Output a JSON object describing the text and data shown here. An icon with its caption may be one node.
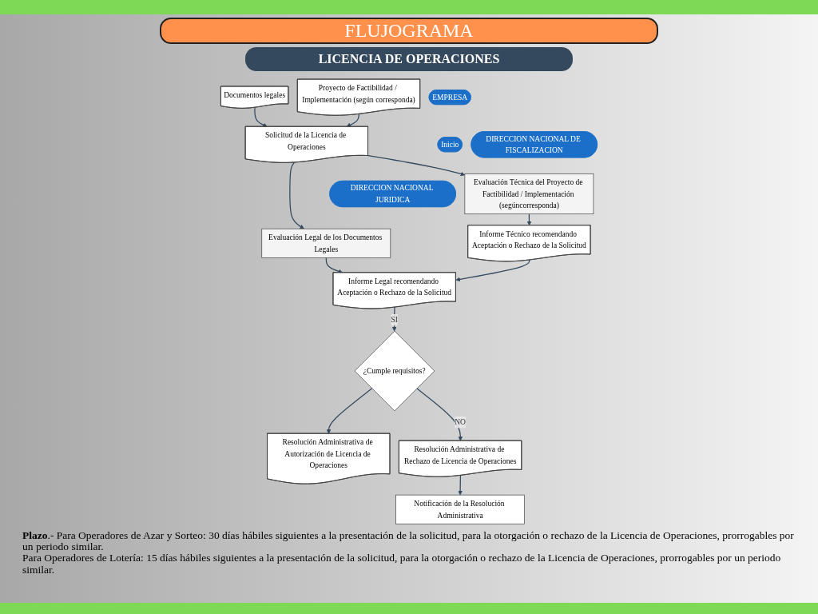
{
  "diagram": {
    "title": "FLUJOGRAMA",
    "nodes": [
      {
        "text": [
          "EMPRESA"
        ]
      },
      {
        "text": [
          "DIRECCION NACIONAL JURIDICA"
        ]
      },
      {
        "text": [
          "DIRECCION NACIONAL DE FISCALIZACION"
        ]
      },
      {
        "text": [
          "Inicio"
        ]
      },
      {
        "text": [
          "Documentos legales"
        ]
      },
      {
        "text": [
          "Proyecto de Factibilidad / Implementación (según corresponda)"
        ]
      },
      {
        "text": [
          "Solicitud de la Licencia de Operaciones"
        ]
      },
      {
        "text": [
          "Evaluación Legal de los Documentos Legales"
        ]
      },
      {
        "text": [
          "Evaluación Técnica del Proyecto de Factibilidad / Implementación (segúncorresponda)"
        ]
      },
      {
        "text": [
          "Informe Legal recomendando Aceptación o Rechazo de la Solicitud"
        ]
      },
      {
        "text": [
          "Informe Técnico recomendando Aceptación o Rechazo de la Solicitud"
        ]
      },
      {
        "text": [
          "Resolución Administrativa de Autorización de Licencia de Operaciones"
        ]
      },
      {
        "text": [
          "¿Cumple requisitos?"
        ]
      },
      {
        "text": [
          "Resolución Administrativa de Rechazo de Licencia de Operaciones"
        ]
      },
      {
        "text": [
          "Notificación de la Resolución Administrativa"
        ]
      }
    ],
    "edges": [
      {
        "from": 4,
        "to": 6,
        "arrow": "to"
      },
      {
        "from": 5,
        "to": 6,
        "arrow": "to"
      },
      {
        "from": 6,
        "to": 7,
        "arrow": "to"
      },
      {
        "from": 6,
        "to": 8,
        "arrow": "to"
      },
      {
        "from": 7,
        "to": 9,
        "arrow": "to"
      },
      {
        "from": 8,
        "to": 10,
        "arrow": "to"
      },
      {
        "from": 10,
        "to": 9,
        "arrow": "to"
      },
      {
        "from": 9,
        "to": 12,
        "label": "SI",
        "arrow": "to"
      },
      {
        "from": 12,
        "to": 11,
        "arrow": "to"
      },
      {
        "from": 12,
        "to": 13,
        "label": "NO",
        "arrow": "to"
      },
      {
        "from": 13,
        "to": 14,
        "arrow": "to"
      }
    ],
    "labels": [
      "LICENCIA DE OPERACIONES",
      "**Plazo**.- Para Operadores de Azar y Sorteo: 30 días hábiles siguientes a la presentación de la solicitud, para la otorgación o rechazo de la Licencia de Operaciones, prorrogables por un periodo similar.",
      "Para Operadores de Lotería: 15 días hábiles siguientes a la presentación de la solicitud, para la otorgación o rechazo de la Licencia de Operaciones, prorrogables por un periodo similar."
    ]
  }
}
